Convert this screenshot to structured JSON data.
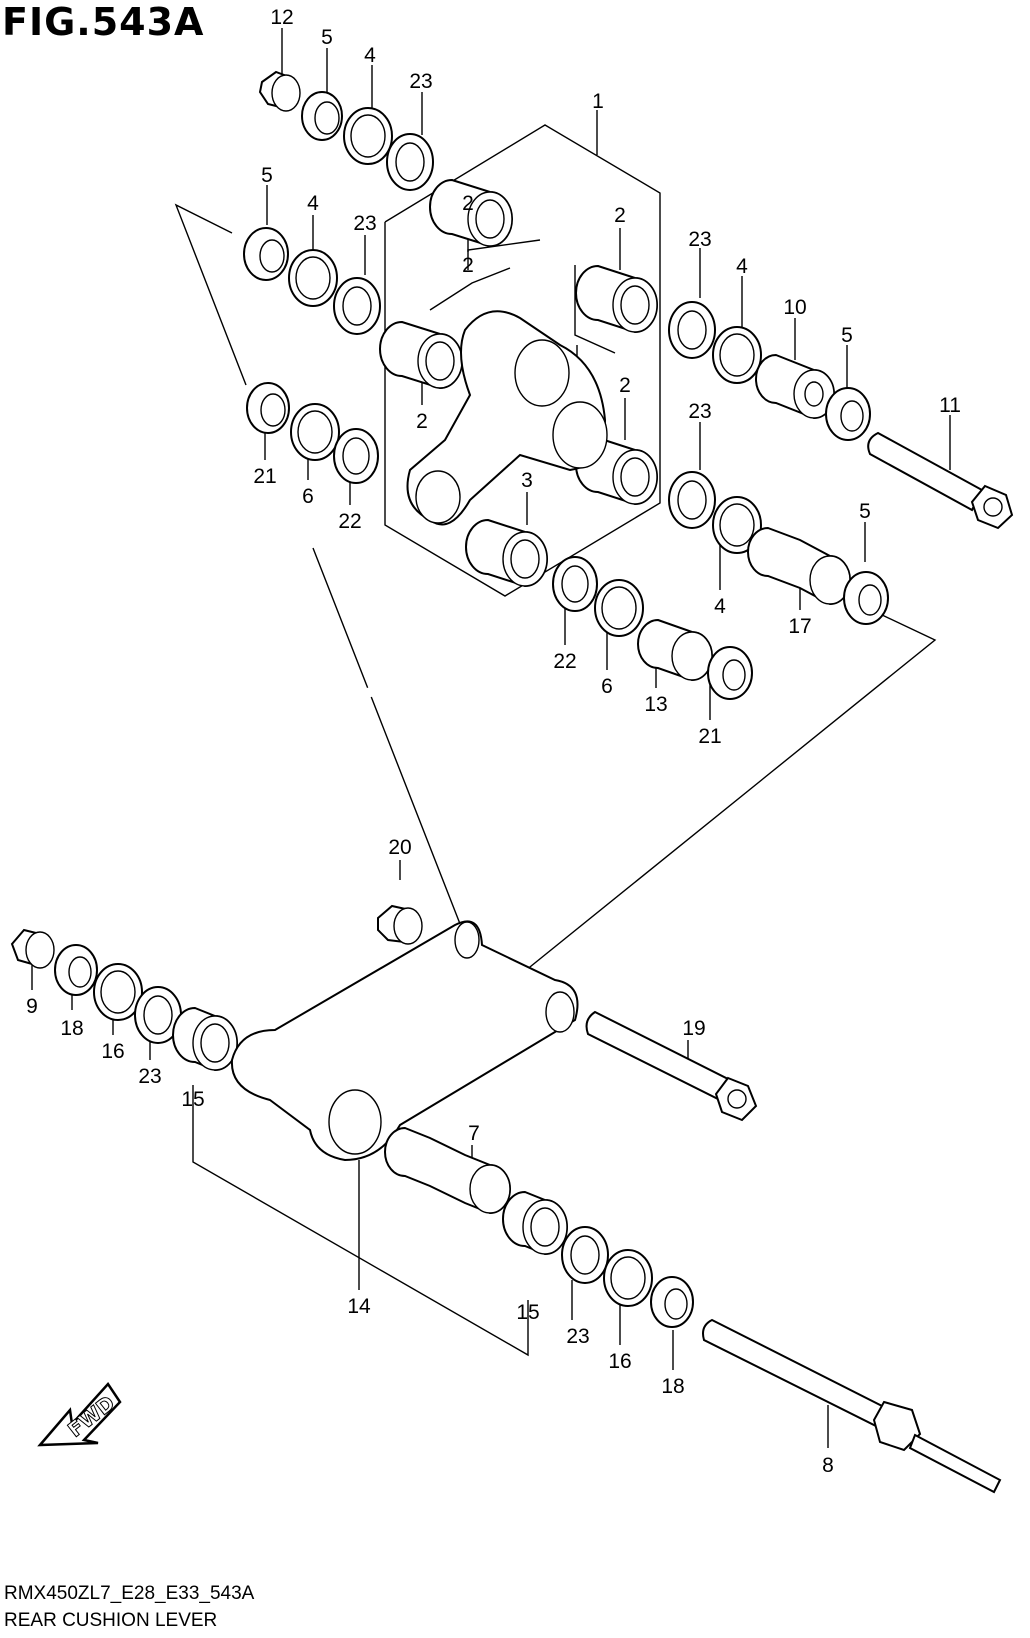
{
  "figure": {
    "title": "FIG.543A",
    "model_code": "RMX450ZL7_E28_E33_543A",
    "name": "REAR CUSHION LEVER"
  },
  "direction_arrow": {
    "label": "FWD"
  },
  "callouts": [
    {
      "id": "c12a",
      "label": "12"
    },
    {
      "id": "c5a",
      "label": "5"
    },
    {
      "id": "c4a",
      "label": "4"
    },
    {
      "id": "c23a",
      "label": "23"
    },
    {
      "id": "c1",
      "label": "1"
    },
    {
      "id": "c5b",
      "label": "5"
    },
    {
      "id": "c4b",
      "label": "4"
    },
    {
      "id": "c23b",
      "label": "23"
    },
    {
      "id": "c2a",
      "label": "2"
    },
    {
      "id": "c2b",
      "label": "2"
    },
    {
      "id": "c2c",
      "label": "2"
    },
    {
      "id": "c2d",
      "label": "2"
    },
    {
      "id": "c2e",
      "label": "2"
    },
    {
      "id": "c23c",
      "label": "23"
    },
    {
      "id": "c4c",
      "label": "4"
    },
    {
      "id": "c10",
      "label": "10"
    },
    {
      "id": "c5c",
      "label": "5"
    },
    {
      "id": "c11",
      "label": "11"
    },
    {
      "id": "c21a",
      "label": "21"
    },
    {
      "id": "c6a",
      "label": "6"
    },
    {
      "id": "c22a",
      "label": "22"
    },
    {
      "id": "c3",
      "label": "3"
    },
    {
      "id": "c23d",
      "label": "23"
    },
    {
      "id": "c4d",
      "label": "4"
    },
    {
      "id": "c5d",
      "label": "5"
    },
    {
      "id": "c17",
      "label": "17"
    },
    {
      "id": "c22b",
      "label": "22"
    },
    {
      "id": "c6b",
      "label": "6"
    },
    {
      "id": "c13",
      "label": "13"
    },
    {
      "id": "c21b",
      "label": "21"
    },
    {
      "id": "c20",
      "label": "20"
    },
    {
      "id": "c9",
      "label": "9"
    },
    {
      "id": "c18a",
      "label": "18"
    },
    {
      "id": "c16a",
      "label": "16"
    },
    {
      "id": "c23e",
      "label": "23"
    },
    {
      "id": "c15a",
      "label": "15"
    },
    {
      "id": "c19",
      "label": "19"
    },
    {
      "id": "c7",
      "label": "7"
    },
    {
      "id": "c14",
      "label": "14"
    },
    {
      "id": "c15b",
      "label": "15"
    },
    {
      "id": "c23f",
      "label": "23"
    },
    {
      "id": "c16b",
      "label": "16"
    },
    {
      "id": "c18b",
      "label": "18"
    },
    {
      "id": "c8",
      "label": "8"
    }
  ]
}
